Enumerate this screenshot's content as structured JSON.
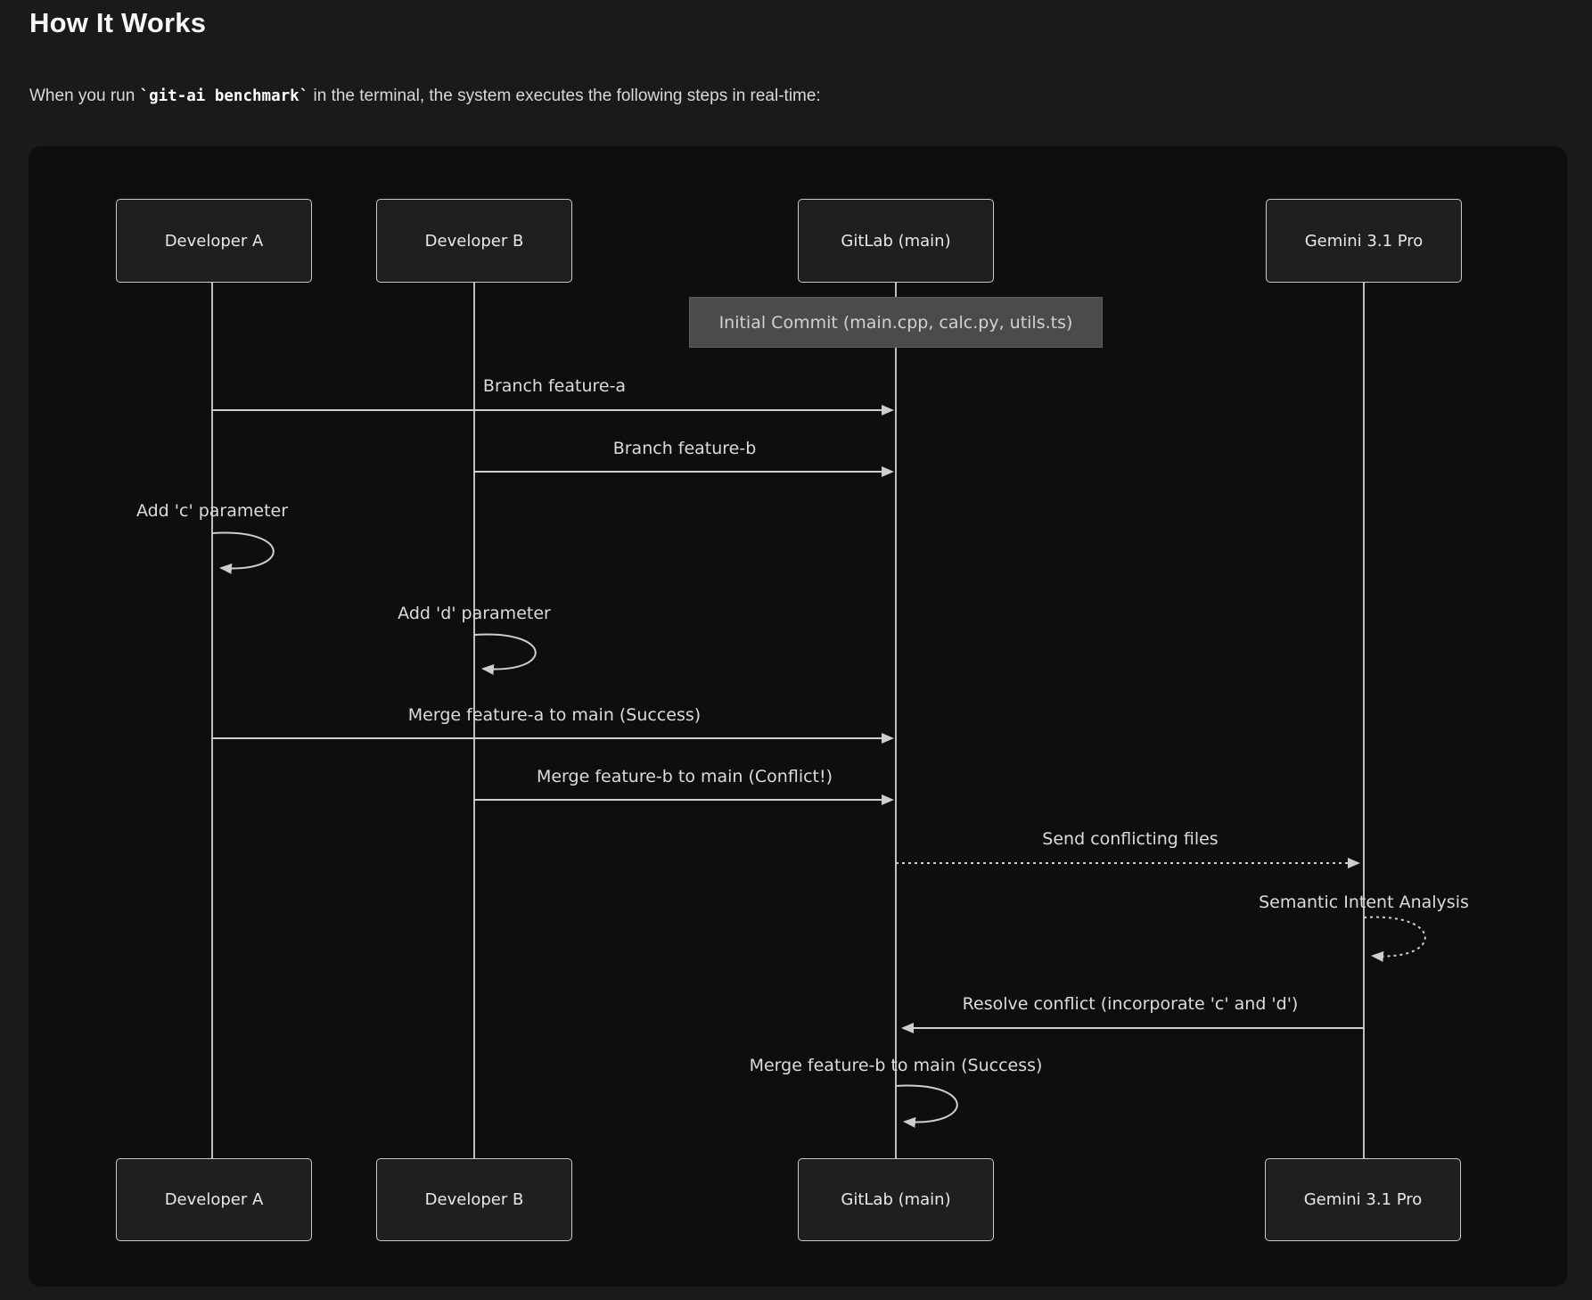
{
  "page": {
    "title": "How It Works",
    "intro_prefix": "When you run ",
    "intro_code": "`git-ai benchmark`",
    "intro_suffix": " in the terminal, the system executes the following steps in real-time:"
  },
  "diagram": {
    "type": "sequence-diagram",
    "actors": [
      {
        "name": "Developer A"
      },
      {
        "name": "Developer B"
      },
      {
        "name": "GitLab (main)"
      },
      {
        "name": "Gemini 3.1 Pro"
      }
    ],
    "note": "Initial Commit (main.cpp, calc.py, utils.ts)",
    "messages": [
      {
        "text": "Branch feature-a",
        "from": "Developer A",
        "to": "GitLab (main)",
        "line": "solid"
      },
      {
        "text": "Branch feature-b",
        "from": "Developer B",
        "to": "GitLab (main)",
        "line": "solid"
      },
      {
        "text": "Add 'c' parameter",
        "from": "Developer A",
        "to": "Developer A",
        "line": "solid",
        "self_loop": true
      },
      {
        "text": "Add 'd' parameter",
        "from": "Developer B",
        "to": "Developer B",
        "line": "solid",
        "self_loop": true
      },
      {
        "text": "Merge feature-a to main (Success)",
        "from": "Developer A",
        "to": "GitLab (main)",
        "line": "solid"
      },
      {
        "text": "Merge feature-b to main (Conflict!)",
        "from": "Developer B",
        "to": "GitLab (main)",
        "line": "solid"
      },
      {
        "text": "Send conflicting files",
        "from": "GitLab (main)",
        "to": "Gemini 3.1 Pro",
        "line": "dashed"
      },
      {
        "text": "Semantic Intent Analysis",
        "from": "Gemini 3.1 Pro",
        "to": "Gemini 3.1 Pro",
        "line": "dashed",
        "self_loop": true
      },
      {
        "text": "Resolve conflict (incorporate 'c' and 'd')",
        "from": "Gemini 3.1 Pro",
        "to": "GitLab (main)",
        "line": "solid"
      },
      {
        "text": "Merge feature-b to main (Success)",
        "from": "GitLab (main)",
        "to": "GitLab (main)",
        "line": "solid",
        "self_loop": true
      }
    ],
    "colors": {
      "page_bg": "#1a1a1b",
      "panel_bg": "#0e0e10",
      "actor_box_bg": "#1e1f21",
      "actor_box_border": "#c9c9c9",
      "note_bg": "#4b4b4b",
      "note_border": "#5e5e5e",
      "line": "#c9c9c9",
      "label_text": "#dcdcdc"
    }
  }
}
